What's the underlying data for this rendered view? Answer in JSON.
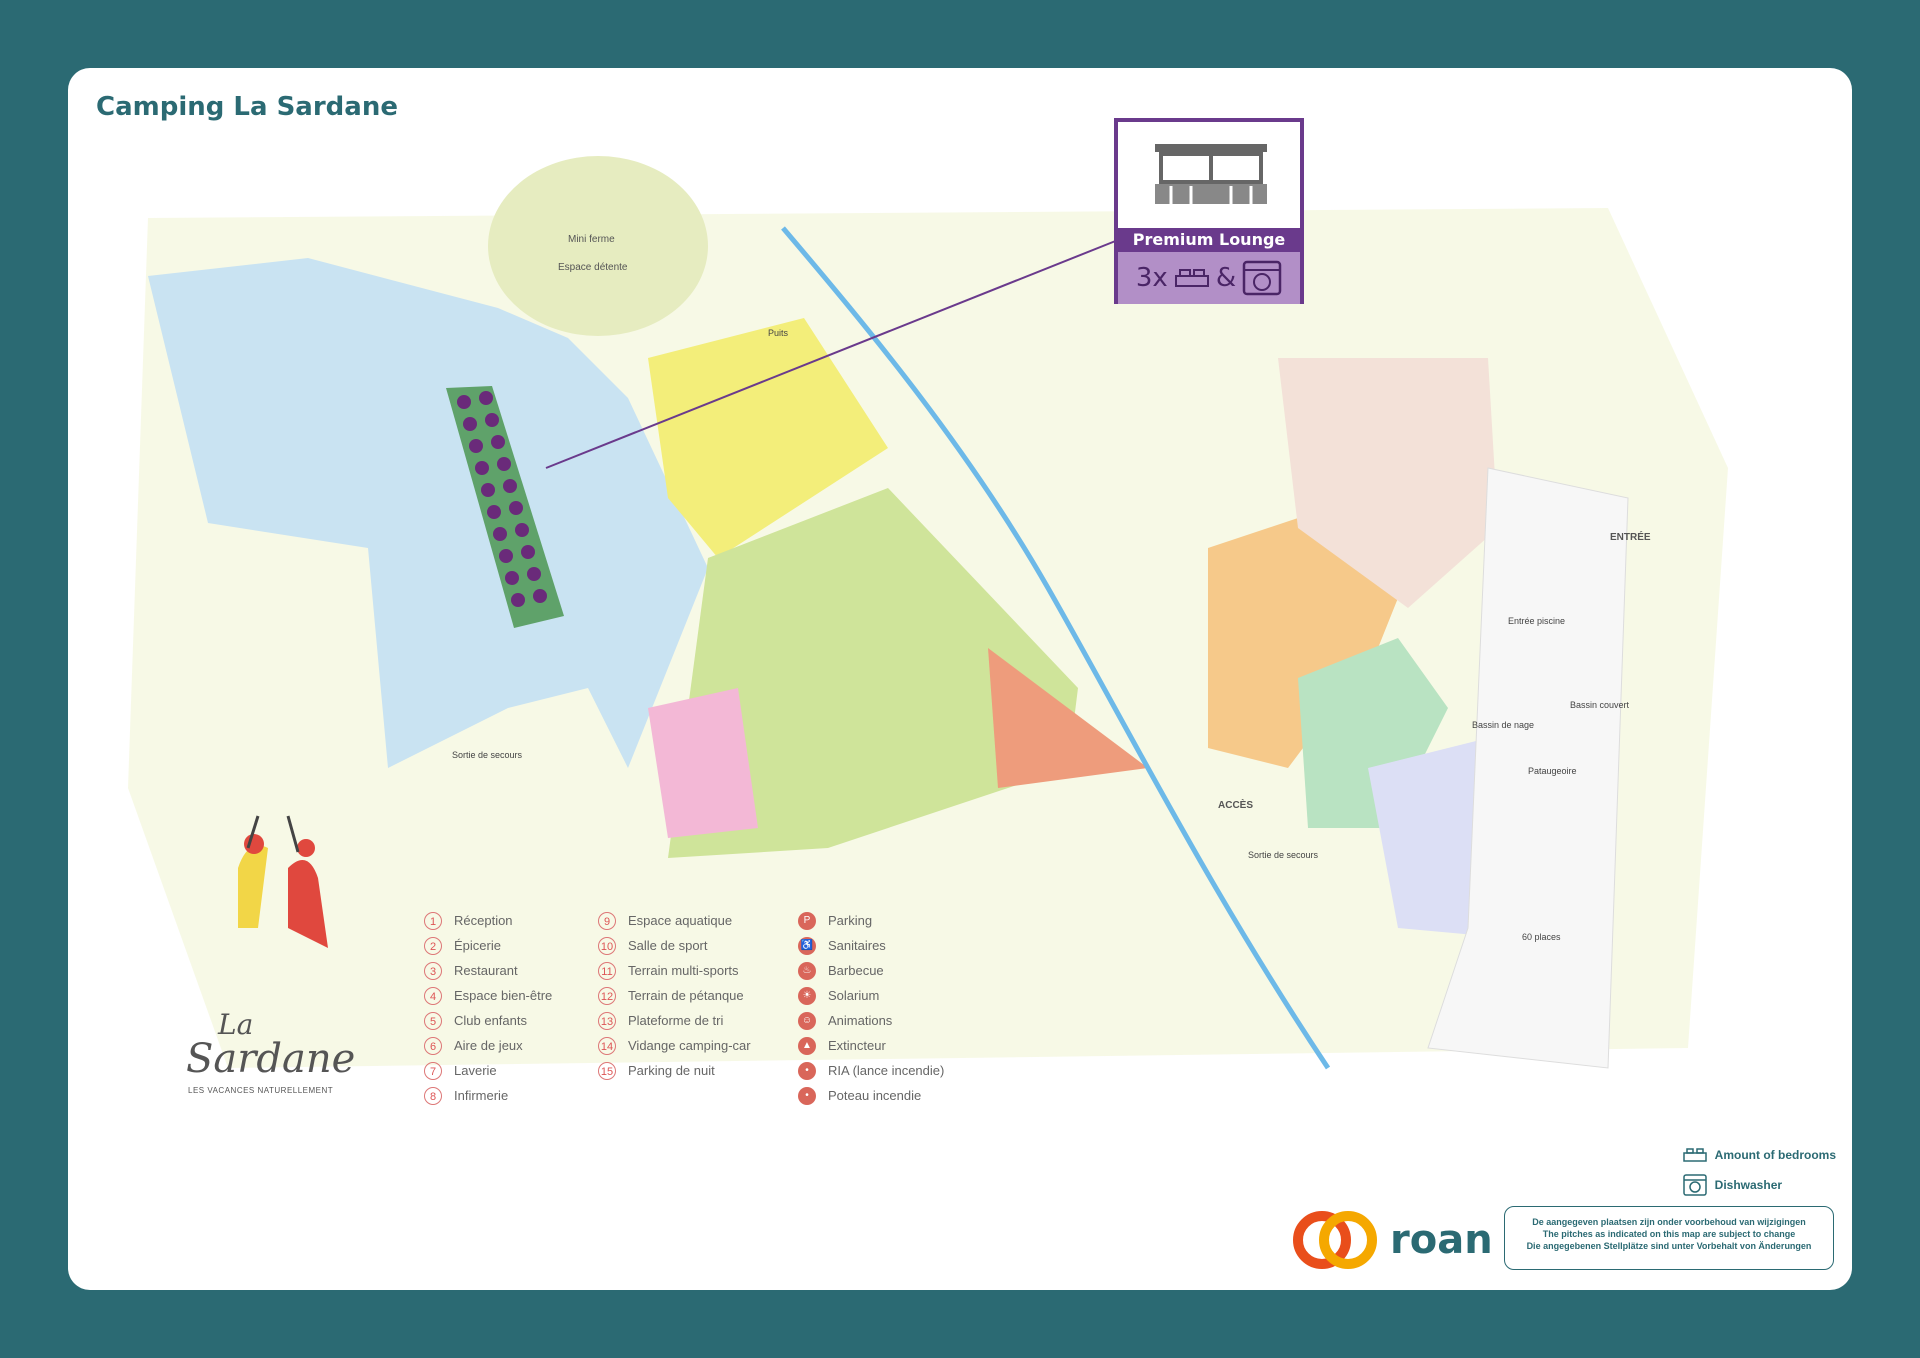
{
  "title": "Camping La Sardane",
  "callout": {
    "name": "Premium Lounge",
    "bedrooms": "3x",
    "amp": "&"
  },
  "map_labels": {
    "mini_ferme": "Mini ferme",
    "espace_detente": "Espace détente",
    "puits": "Puits",
    "sortie_secours": "Sortie de secours",
    "acces": "ACCÈS",
    "entree": "ENTRÉE",
    "entree_piscine": "Entrée piscine",
    "bassin_nage": "Bassin de nage",
    "bassin_couvert": "Bassin couvert",
    "pataugeoire": "Pataugeoire",
    "parking_places": "60 places"
  },
  "legend_col1": [
    {
      "n": "1",
      "label": "Réception"
    },
    {
      "n": "2",
      "label": "Épicerie"
    },
    {
      "n": "3",
      "label": "Restaurant"
    },
    {
      "n": "4",
      "label": "Espace bien-être"
    },
    {
      "n": "5",
      "label": "Club enfants"
    },
    {
      "n": "6",
      "label": "Aire de jeux"
    },
    {
      "n": "7",
      "label": "Laverie"
    },
    {
      "n": "8",
      "label": "Infirmerie"
    }
  ],
  "legend_col2": [
    {
      "n": "9",
      "label": "Espace aquatique"
    },
    {
      "n": "10",
      "label": "Salle de sport"
    },
    {
      "n": "11",
      "label": "Terrain multi-sports"
    },
    {
      "n": "12",
      "label": "Terrain de pétanque"
    },
    {
      "n": "13",
      "label": "Plateforme de tri"
    },
    {
      "n": "14",
      "label": "Vidange camping-car"
    },
    {
      "n": "15",
      "label": "Parking de nuit"
    }
  ],
  "legend_col3": [
    {
      "s": "P",
      "label": "Parking"
    },
    {
      "s": "♿",
      "label": "Sanitaires"
    },
    {
      "s": "♨",
      "label": "Barbecue"
    },
    {
      "s": "☀",
      "label": "Solarium"
    },
    {
      "s": "☺",
      "label": "Animations"
    },
    {
      "s": "▲",
      "label": "Extincteur"
    },
    {
      "s": "•",
      "label": "RIA (lance incendie)"
    },
    {
      "s": "•",
      "label": "Poteau incendie"
    }
  ],
  "logo": {
    "la": "La",
    "sardane": "Sardane",
    "tagline": "LES VACANCES NATURELLEMENT"
  },
  "keys": {
    "bedrooms": "Amount of bedrooms",
    "dishwasher": "Dishwasher"
  },
  "brand": "roan",
  "notice": [
    "De aangegeven plaatsen zijn onder voorbehoud van wijzigingen",
    "The pitches as indicated on this map are subject to change",
    "Die angegebenen Stellplätze sind unter Vorbehalt von Änderungen"
  ],
  "colors": {
    "accent": "#2b6a73",
    "premium": "#6a3a8c",
    "zone_blue": "#c9e3f2",
    "zone_yellow": "#f3ee7a",
    "zone_green": "#cfe49a",
    "zone_pink": "#f3b8d6",
    "zone_orange": "#f6c98a"
  }
}
